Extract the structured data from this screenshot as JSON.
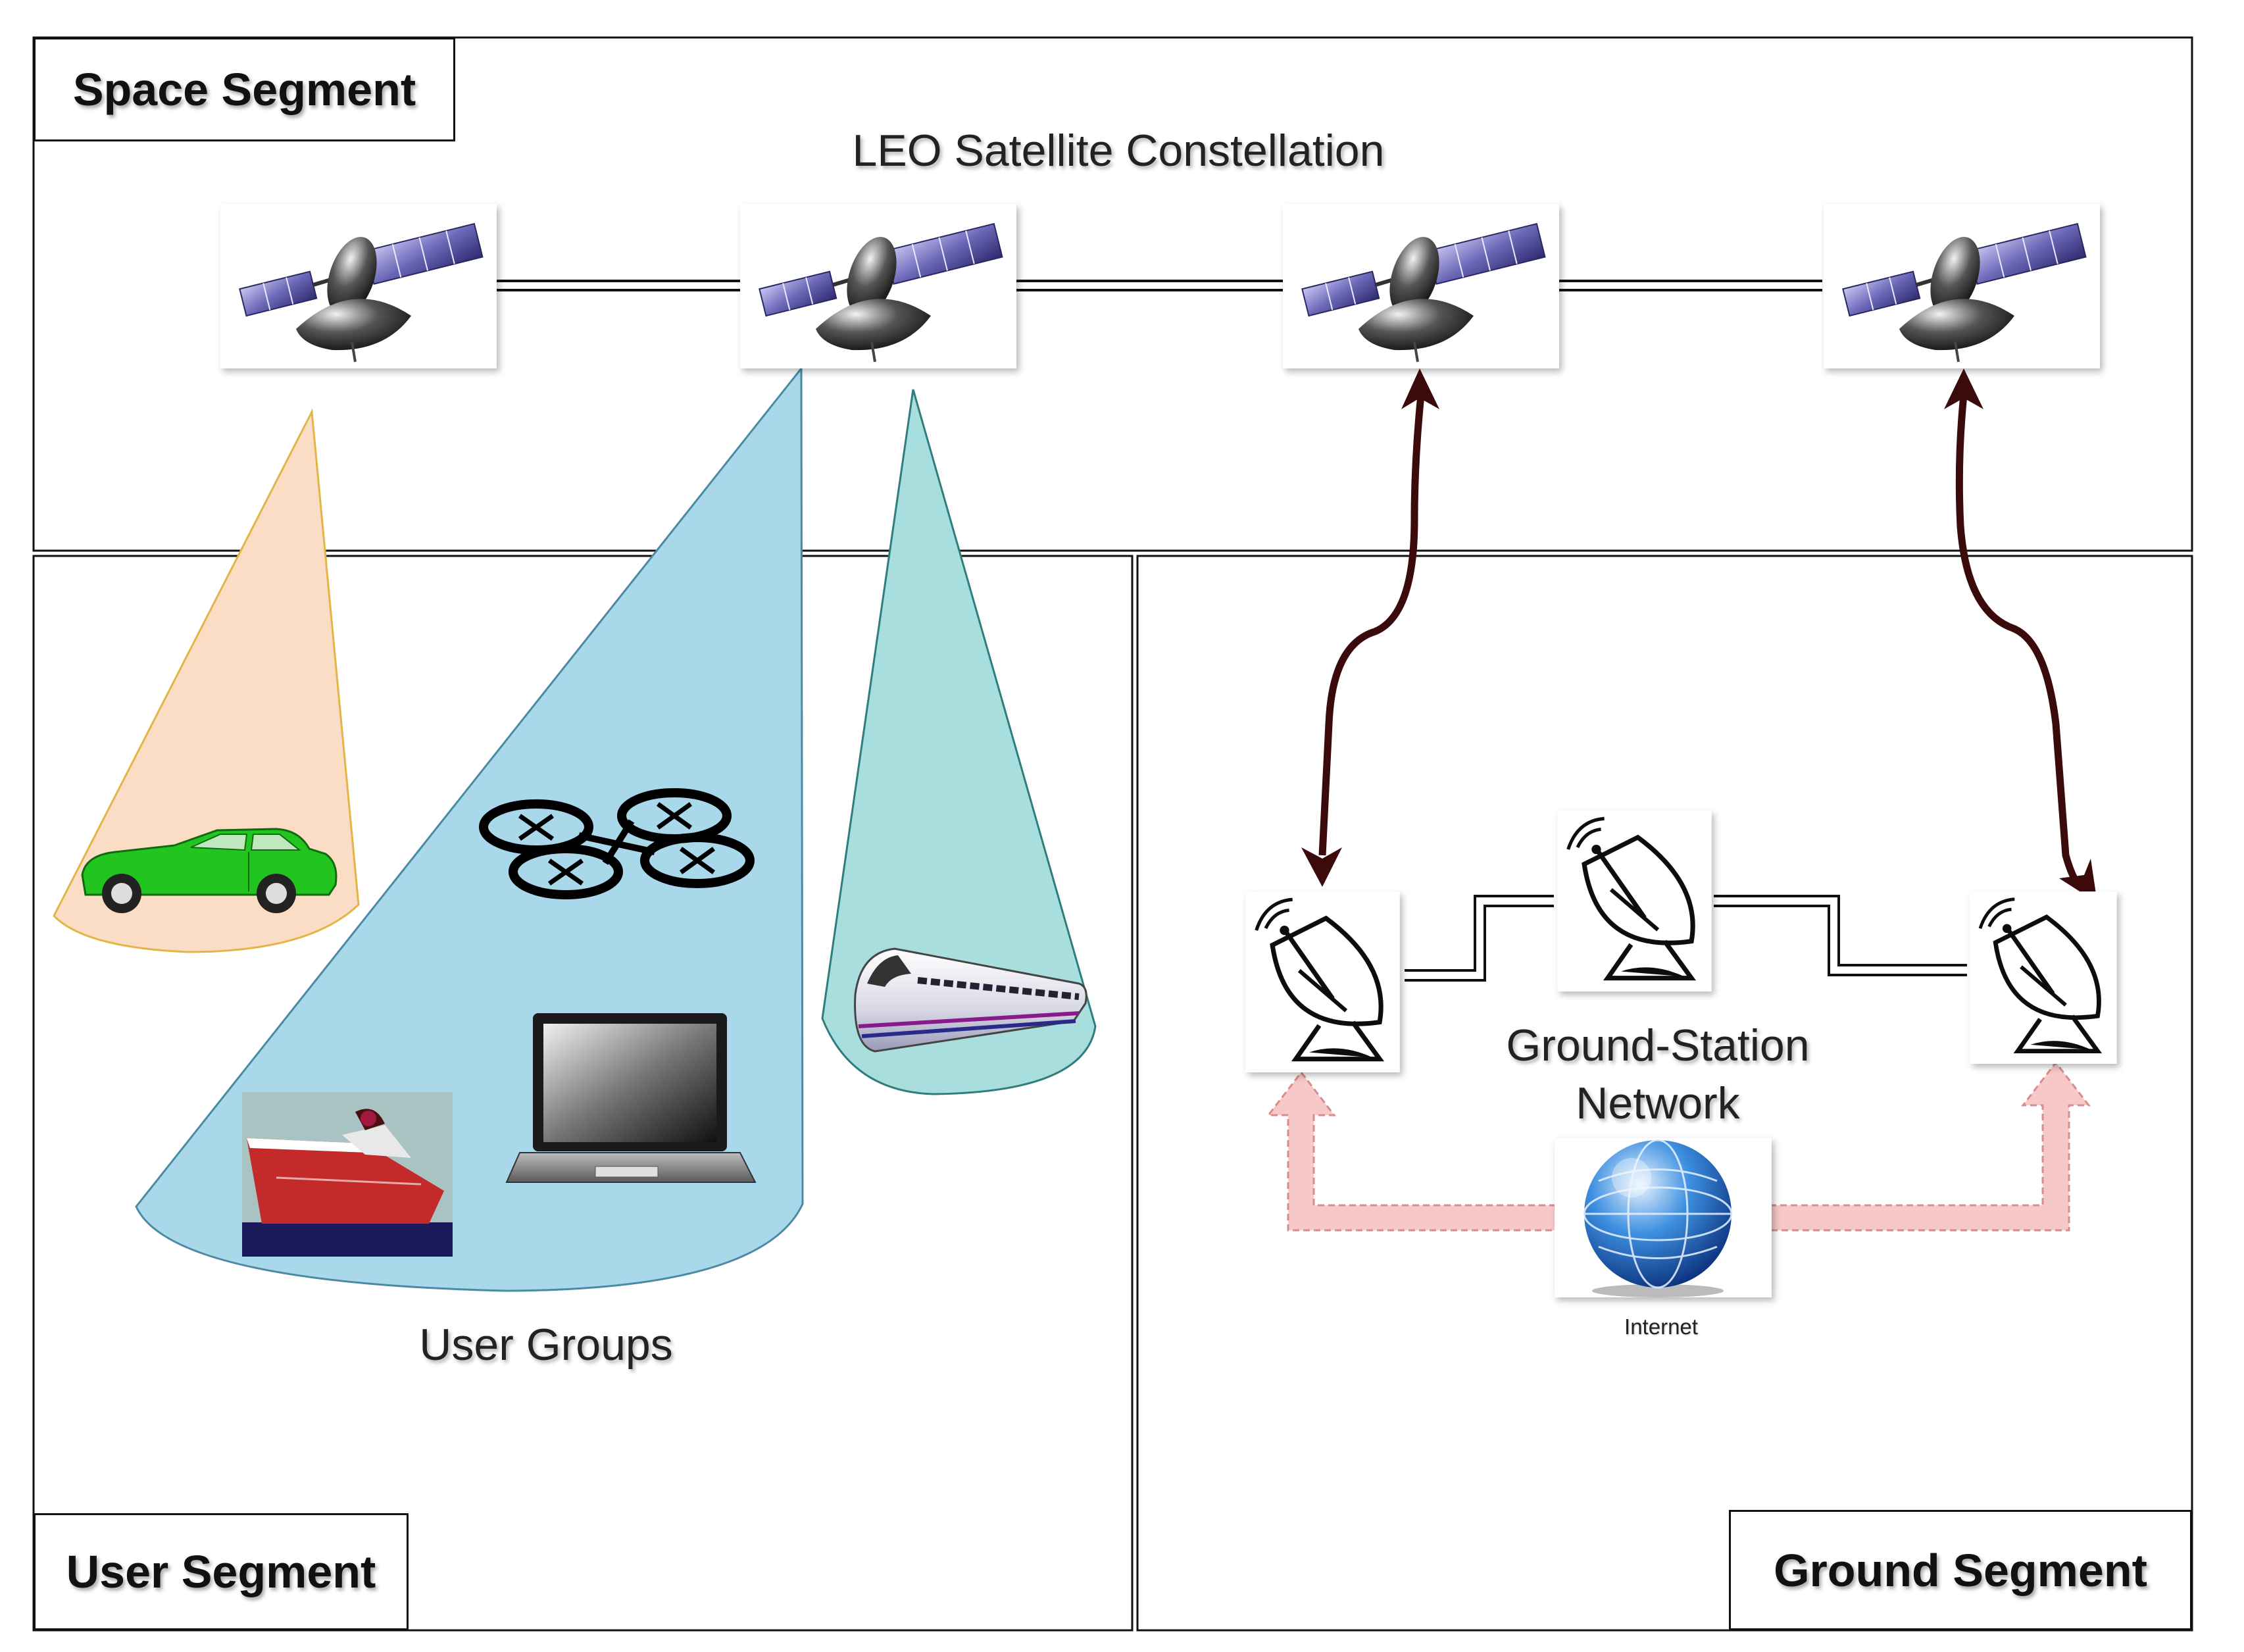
{
  "segments": {
    "space": "Space Segment",
    "user": "User Segment",
    "ground": "Ground Segment"
  },
  "captions": {
    "constellation": "LEO Satellite Constellation",
    "user_groups": "User Groups",
    "ground_network_line1": "Ground-Station",
    "ground_network_line2": "Network",
    "internet": "Internet"
  },
  "colors": {
    "car_beam": "#fbdcc4",
    "user_beam": "#a8d8ea",
    "train_beam": "#a9dede",
    "feeder_link": "#3b0a0a",
    "internet_link": "#f6c8c8",
    "car_body": "#22c51f"
  },
  "icons": {
    "satellite": "satellite-icon",
    "car": "car-icon",
    "drone": "drone-icon",
    "laptop": "laptop-icon",
    "ship": "ship-icon",
    "train": "train-icon",
    "dish": "satellite-dish-icon",
    "globe": "globe-icon"
  }
}
